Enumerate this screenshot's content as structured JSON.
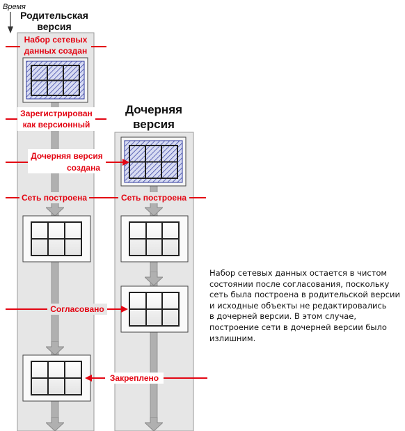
{
  "time_label": "Время",
  "parent_title_line1": "Родительская",
  "parent_title_line2": "версия",
  "child_title_line1": "Дочерняя",
  "child_title_line2": "версия",
  "events": {
    "dataset_created_line1": "Набор сетевых",
    "dataset_created_line2": "данных создан",
    "registered_line1": "Зарегистрирован",
    "registered_line2": "как версионный",
    "child_created_line1": "Дочерняя версия",
    "child_created_line2": "создана",
    "network_built_parent": "Сеть построена",
    "network_built_child": "Сеть построена",
    "reconciled": "Согласовано",
    "posted": "Закреплено"
  },
  "note": "Набор сетевых данных остается в чистом\nсостоянии после согласования, поскольку\nсеть была построена в родительской версии\nи исходные объекты не редактировались\nв дочерней версии. В этом случае,\nпостроение сети в дочерней версии было\nизлишним.",
  "colors": {
    "event_red": "#e30613",
    "column_fill": "#e6e6e6",
    "column_stroke": "#9a9a9a",
    "flow_arrow_fill": "#b0b0b0",
    "dirty_hatch": "#2f3aa0",
    "dirty_fill": "#d8dcf2",
    "grid_stroke": "#2a2a2a"
  }
}
